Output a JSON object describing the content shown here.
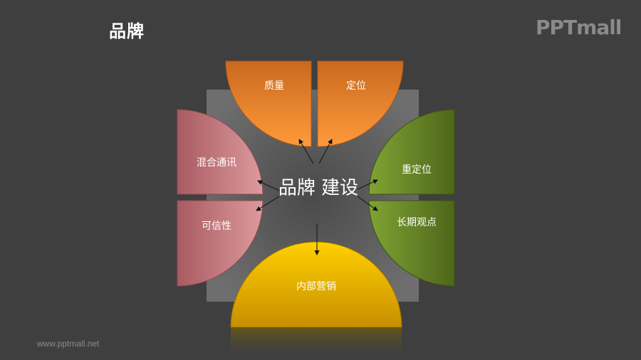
{
  "title": "品牌",
  "watermark": "PPTmall",
  "footer_url": "www.pptmall.net",
  "center_label": "品牌 建设",
  "segments": {
    "quality": "质量",
    "positioning": "定位",
    "integrated_comm": "混合通讯",
    "credibility": "可信性",
    "repositioning": "重定位",
    "long_term": "长期观点",
    "internal_marketing": "内部营销"
  },
  "colors": {
    "background": "#3f3f3f",
    "orange": "#f08a2c",
    "pink": "#d48a8e",
    "green": "#6f8f2a",
    "yellow": "#f5c000"
  }
}
